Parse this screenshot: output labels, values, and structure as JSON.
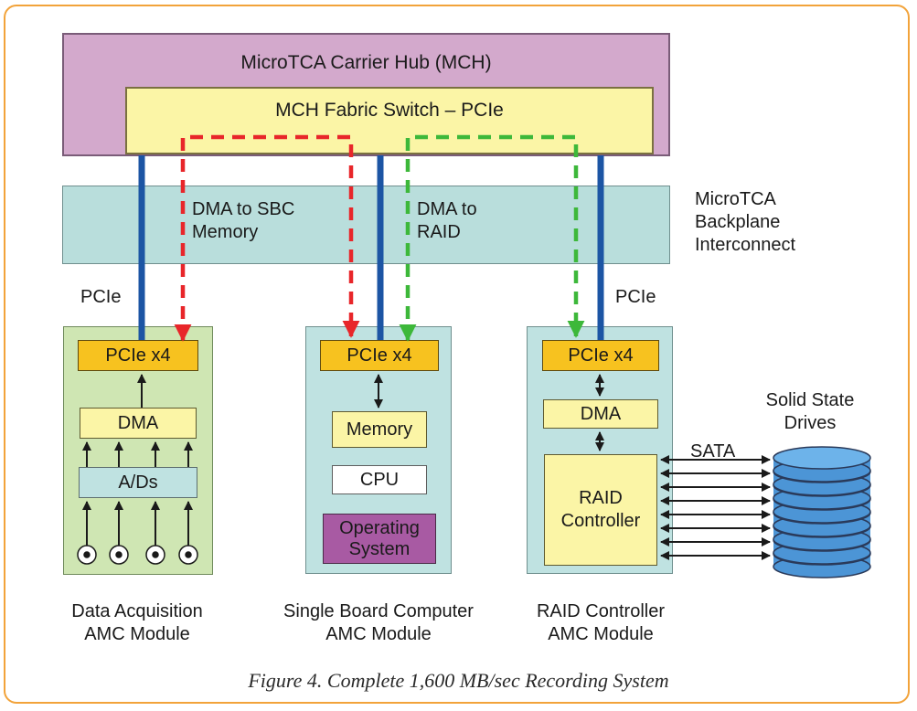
{
  "hub": {
    "title": "MicroTCA Carrier Hub (MCH)",
    "fabric": "MCH Fabric Switch – PCIe"
  },
  "backplane": {
    "label": "MicroTCA\nBackplane\nInterconnect"
  },
  "flows": {
    "to_sbc": "DMA to SBC\nMemory",
    "to_raid": "DMA to\nRAID"
  },
  "links": {
    "left": "PCIe",
    "right": "PCIe",
    "sata": "SATA"
  },
  "modules": {
    "daq": {
      "pcie": "PCIe x4",
      "dma": "DMA",
      "adc": "A/Ds",
      "caption": "Data Acquisition\nAMC Module"
    },
    "sbc": {
      "pcie": "PCIe x4",
      "memory": "Memory",
      "cpu": "CPU",
      "os": "Operating\nSystem",
      "caption": "Single Board Computer\nAMC Module"
    },
    "raid": {
      "pcie": "PCIe x4",
      "dma": "DMA",
      "controller": "RAID\nController",
      "caption": "RAID Controller\nAMC Module"
    }
  },
  "drives": {
    "label": "Solid State\nDrives"
  },
  "figure_caption": "Figure 4. Complete 1,600 MB/sec Recording System",
  "colors": {
    "frame": "#f2a33a",
    "dma_to_sbc": "#e8262a",
    "dma_to_raid": "#3db83a",
    "pcie_link": "#1c55a4"
  }
}
